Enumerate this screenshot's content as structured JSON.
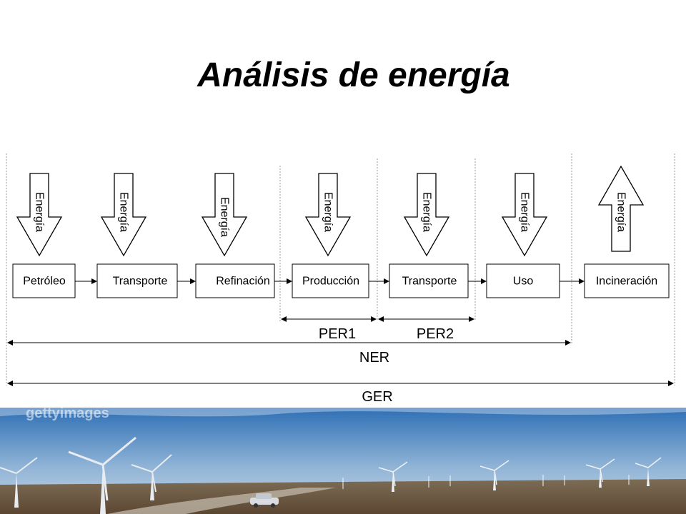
{
  "title": "Análisis de energía",
  "energy_label": "Energía",
  "stages": [
    {
      "label": "Petróleo",
      "flow": "in"
    },
    {
      "label": "Transporte",
      "flow": "in"
    },
    {
      "label": "Refinación",
      "flow": "in"
    },
    {
      "label": "Producción",
      "flow": "in"
    },
    {
      "label": "Transporte",
      "flow": "in"
    },
    {
      "label": "Uso",
      "flow": "in"
    },
    {
      "label": "Incineración",
      "flow": "out"
    }
  ],
  "spans": {
    "per1": "PER1",
    "per2": "PER2",
    "ner": "NER",
    "ger": "GER"
  },
  "photo_watermark": "gettyimages",
  "colors": {
    "sky_top": "#2e6fb5",
    "sky_bottom": "#c9d8e6",
    "ground": "#8a6e4e",
    "arrow_fill": "#ffffff",
    "stroke": "#000000",
    "guide": "#9a9a9a"
  }
}
